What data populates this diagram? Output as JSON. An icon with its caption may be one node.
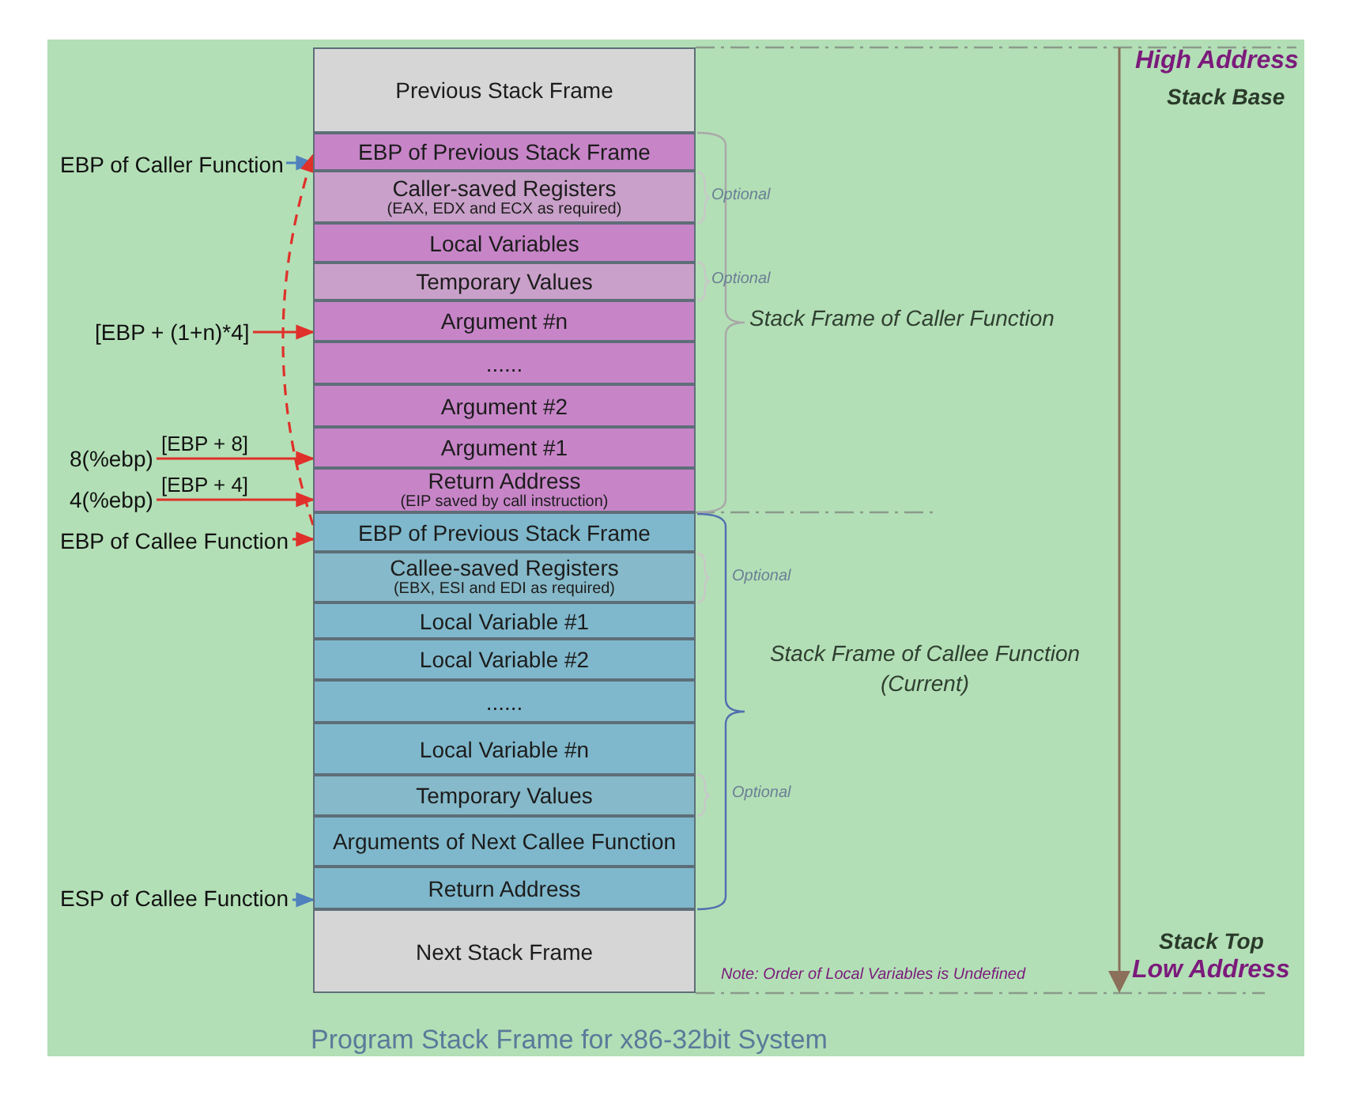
{
  "diagram": {
    "caption": "Program Stack Frame for x86-32bit System",
    "nodes": [
      {
        "text": [
          "Previous Stack Frame"
        ]
      },
      {
        "text": [
          "EBP of Previous Stack Frame"
        ]
      },
      {
        "text": [
          "Caller-saved Registers",
          "(EAX, EDX and ECX as required)"
        ]
      },
      {
        "text": [
          "Local Variables"
        ]
      },
      {
        "text": [
          "Temporary Values"
        ]
      },
      {
        "text": [
          "Argument #n"
        ]
      },
      {
        "text": [
          "......"
        ]
      },
      {
        "text": [
          "Argument #2"
        ]
      },
      {
        "text": [
          "Argument #1"
        ]
      },
      {
        "text": [
          "Return Address",
          "(EIP saved by call instruction)"
        ]
      },
      {
        "text": [
          "EBP of Previous Stack Frame"
        ]
      },
      {
        "text": [
          "Callee-saved Registers",
          "(EBX, ESI and EDI as required)"
        ]
      },
      {
        "text": [
          "Local Variable #1"
        ]
      },
      {
        "text": [
          "Local Variable #2"
        ]
      },
      {
        "text": [
          "......"
        ]
      },
      {
        "text": [
          "Local Variable #n"
        ]
      },
      {
        "text": [
          "Temporary Values"
        ]
      },
      {
        "text": [
          "Arguments of Next Callee Function"
        ]
      },
      {
        "text": [
          "Return Address"
        ]
      },
      {
        "text": [
          "Next Stack Frame"
        ]
      },
      {
        "text": [
          "EBP of Caller Function"
        ]
      },
      {
        "text": [
          "[EBP + (1+n)*4]"
        ]
      },
      {
        "text": [
          "8(%ebp)"
        ]
      },
      {
        "text": [
          "4(%ebp)"
        ]
      },
      {
        "text": [
          "EBP of Callee Function"
        ]
      },
      {
        "text": [
          "ESP of Callee Function"
        ]
      }
    ],
    "edges": [
      {
        "from": 20,
        "to": 1,
        "arrow": "to",
        "color": "#4f81bd"
      },
      {
        "from": 21,
        "to": 5,
        "arrow": "to"
      },
      {
        "from": 22,
        "to": 8,
        "arrow": "to",
        "label": "[EBP + 8]"
      },
      {
        "from": 23,
        "to": 9,
        "arrow": "to",
        "label": "[EBP + 4]"
      },
      {
        "from": 24,
        "to": 10,
        "arrow": "to"
      },
      {
        "from": 25,
        "to": 18,
        "arrow": "to",
        "color": "#4f81bd"
      },
      {
        "from": 10,
        "to": 1,
        "arrow": "to",
        "style": "dashed"
      }
    ],
    "labels": [
      "High Address",
      "Stack Base",
      "Optional",
      "Optional",
      "Stack Frame of Caller Function",
      "Optional",
      "Stack Frame of Callee Function (Current)",
      "Optional",
      "Stack Top",
      "Note: Order of Local Variables is Undefined",
      "Low Address"
    ]
  }
}
